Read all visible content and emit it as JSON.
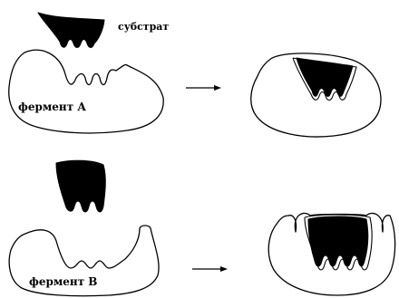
{
  "labels": {
    "substrate": "субстрат",
    "enzyme_a": "фермент А",
    "enzyme_b": "фермент В"
  },
  "colors": {
    "ink": "#000000",
    "background": "#ffffff"
  }
}
